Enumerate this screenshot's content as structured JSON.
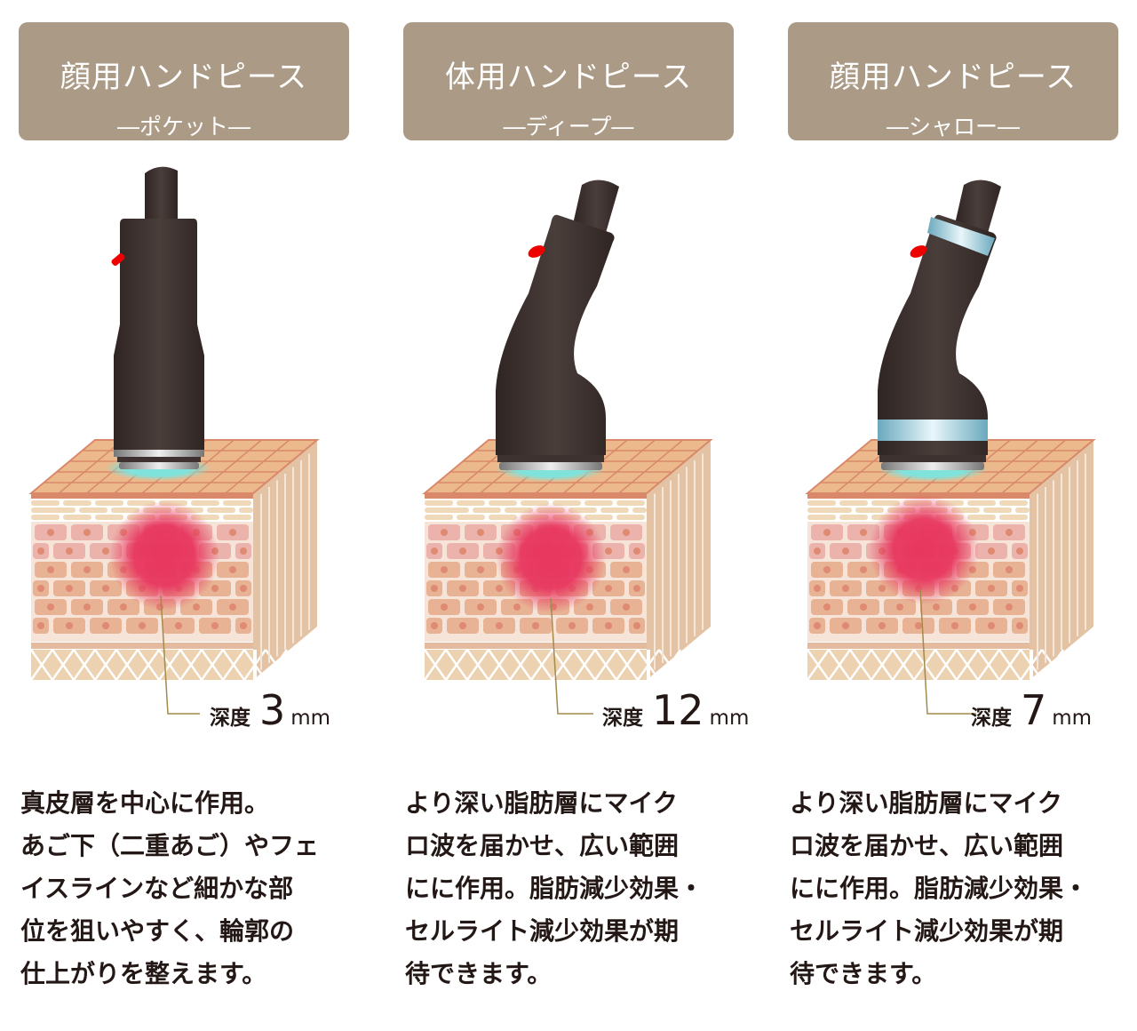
{
  "colors": {
    "header_bg": "#ab9a85",
    "handpiece": "#3e3230",
    "blob": "#e8365f",
    "leader": "#a38a4a",
    "ring_blue": "#8ec5d6"
  },
  "columns": [
    {
      "title": "顔用ハンドピース",
      "subtitle": "―ポケット―",
      "depth_label": "深度",
      "depth_value": "3",
      "depth_unit": "mm",
      "description": [
        "真皮層を中心に作用。",
        "あご下（二重あご）やフェ",
        "イスラインなど細かな部",
        "位を狙いやすく、輪郭の",
        "仕上がりを整えます。"
      ]
    },
    {
      "title": "体用ハンドピース",
      "subtitle": "―ディープ―",
      "depth_label": "深度",
      "depth_value": "12",
      "depth_unit": "mm",
      "description": [
        "より深い脂肪層にマイク",
        "ロ波を届かせ、広い範囲",
        "にに作用。脂肪減少効果・",
        "セルライト減少効果が期",
        "待できます。"
      ]
    },
    {
      "title": "顔用ハンドピース",
      "subtitle": "―シャロー―",
      "depth_label": "深度",
      "depth_value": "7",
      "depth_unit": "mm",
      "description": [
        "より深い脂肪層にマイク",
        "ロ波を届かせ、広い範囲",
        "にに作用。脂肪減少効果・",
        "セルライト減少効果が期",
        "待できます。"
      ]
    }
  ]
}
